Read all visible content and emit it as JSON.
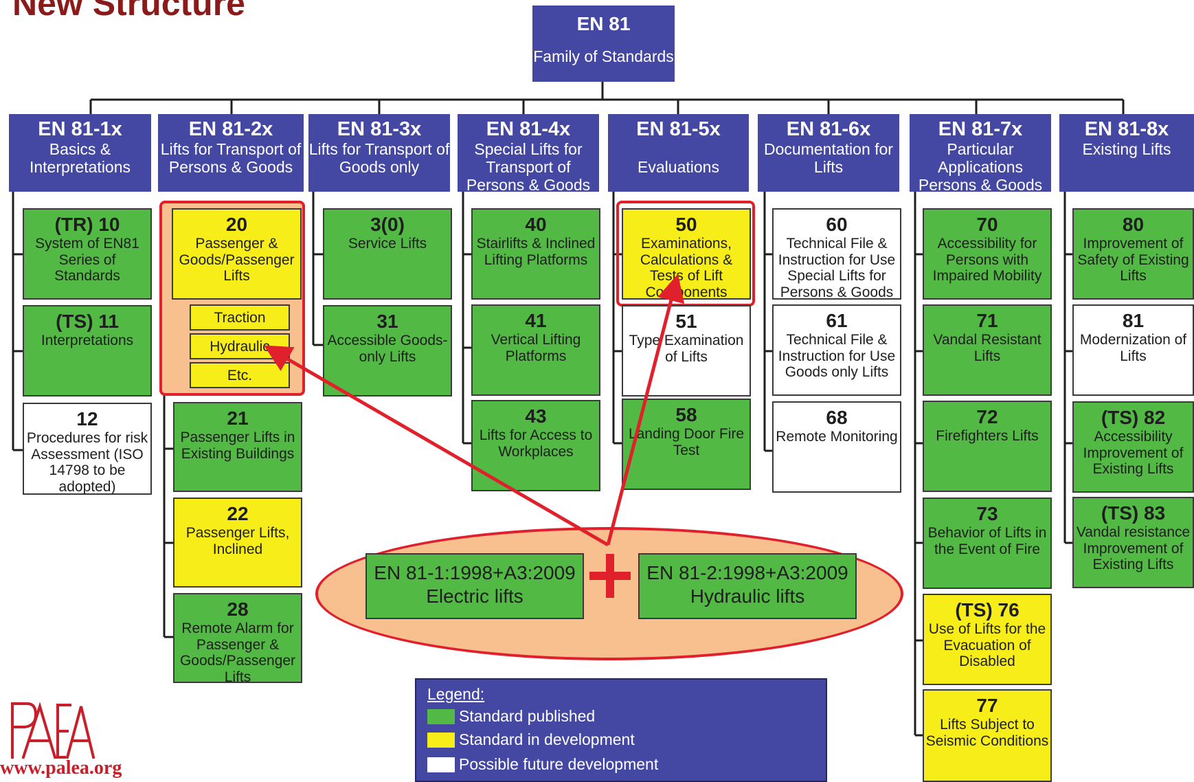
{
  "title": "New Structure",
  "top": {
    "code": "EN 81",
    "subtitle": "Family of Standards"
  },
  "columns": [
    {
      "code": "EN 81-1x",
      "name": "Basics & Interpretations"
    },
    {
      "code": "EN 81-2x",
      "name": "Lifts for Transport of Persons & Goods"
    },
    {
      "code": "EN 81-3x",
      "name": "Lifts for Transport of Goods only"
    },
    {
      "code": "EN 81-4x",
      "name": "Special Lifts for Transport of Persons & Goods"
    },
    {
      "code": "EN 81-5x",
      "name": "Evaluations"
    },
    {
      "code": "EN 81-6x",
      "name": "Documentation for Lifts"
    },
    {
      "code": "EN 81-7x",
      "name": "Particular Applications Persons & Goods"
    },
    {
      "code": "EN 81-8x",
      "name": "Existing Lifts"
    }
  ],
  "standards": {
    "s10": {
      "num": "(TR) 10",
      "text": "System of EN81 Series of Standards",
      "status": "published"
    },
    "s11": {
      "num": "(TS) 11",
      "text": "Interpretations",
      "status": "published"
    },
    "s12": {
      "num": "12",
      "text": "Procedures for risk Assessment (ISO 14798 to be adopted)",
      "status": "future"
    },
    "s20": {
      "num": "20",
      "text": "Passenger & Goods/Passenger Lifts",
      "status": "in development"
    },
    "s21": {
      "num": "21",
      "text": "Passenger Lifts in Existing Buildings",
      "status": "published"
    },
    "s22": {
      "num": "22",
      "text": "Passenger Lifts, Inclined",
      "status": "in development"
    },
    "s28": {
      "num": "28",
      "text": "Remote Alarm for Passenger & Goods/Passenger Lifts",
      "status": "published"
    },
    "s30": {
      "num": "3(0)",
      "text": "Service Lifts",
      "status": "published"
    },
    "s31": {
      "num": "31",
      "text": "Accessible Goods-only Lifts",
      "status": "published"
    },
    "s40": {
      "num": "40",
      "text": "Stairlifts & Inclined Lifting Platforms",
      "status": "published"
    },
    "s41": {
      "num": "41",
      "text": "Vertical Lifting Platforms",
      "status": "published"
    },
    "s43": {
      "num": "43",
      "text": "Lifts for Access to Workplaces",
      "status": "published"
    },
    "s50": {
      "num": "50",
      "text": "Examinations, Calculations & Tests of Lift Components",
      "status": "in development"
    },
    "s51": {
      "num": "51",
      "text": "Type Examination of Lifts",
      "status": "future"
    },
    "s58": {
      "num": "58",
      "text": "Landing Door Fire Test",
      "status": "published"
    },
    "s60": {
      "num": "60",
      "text": "Technical File & Instruction for Use Special Lifts for Persons & Goods",
      "status": "future"
    },
    "s61": {
      "num": "61",
      "text": "Technical File & Instruction for Use Goods only Lifts",
      "status": "future"
    },
    "s68": {
      "num": "68",
      "text": "Remote Monitoring",
      "status": "future"
    },
    "s70": {
      "num": "70",
      "text": "Accessibility for Persons with Impaired Mobility",
      "status": "published"
    },
    "s71": {
      "num": "71",
      "text": "Vandal Resistant Lifts",
      "status": "published"
    },
    "s72": {
      "num": "72",
      "text": "Firefighters Lifts",
      "status": "published"
    },
    "s73": {
      "num": "73",
      "text": "Behavior of Lifts in the Event of Fire",
      "status": "published"
    },
    "s76": {
      "num": "(TS) 76",
      "text": "Use of Lifts for the Evacuation of Disabled",
      "status": "in development"
    },
    "s77": {
      "num": "77",
      "text": "Lifts Subject to Seismic Conditions",
      "status": "in development"
    },
    "s80": {
      "num": "80",
      "text": "Improvement of Safety of Existing Lifts",
      "status": "published"
    },
    "s81": {
      "num": "81",
      "text": "Modernization of Lifts",
      "status": "future"
    },
    "s82": {
      "num": "(TS) 82",
      "text": "Accessibility Improvement of Existing Lifts",
      "status": "published"
    },
    "s83": {
      "num": "(TS) 83",
      "text": "Vandal resistance Improvement of Existing Lifts",
      "status": "published"
    }
  },
  "sub20": {
    "traction": "Traction",
    "hydraulic": "Hydraulic",
    "etc": "Etc."
  },
  "current": {
    "electric": {
      "code": "EN 81-1:1998+A3:2009",
      "name": "Electric lifts"
    },
    "hydraulic": {
      "code": "EN 81-2:1998+A3:2009",
      "name": "Hydraulic lifts"
    }
  },
  "legend": {
    "title": "Legend:",
    "published": "Standard published",
    "development": "Standard in development",
    "future": "Possible future development"
  },
  "logo": {
    "text": "PAEA",
    "url": "www.palea.org"
  },
  "colors": {
    "header_blue": "#4548a3",
    "published_green": "#53b945",
    "development_yellow": "#f7ee19",
    "future_white": "#ffffff",
    "highlight_red": "#e0202a",
    "oval_fill": "#f7c08e",
    "title_red": "#8b1a1a"
  }
}
